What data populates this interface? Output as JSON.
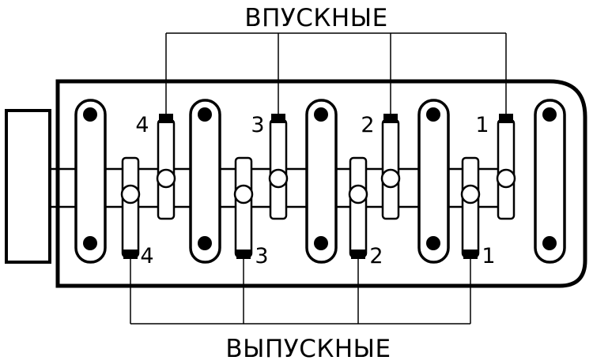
{
  "labels": {
    "intake": "ВПУСКНЫЕ",
    "exhaust": "ВЫПУСКНЫЕ"
  },
  "intake_numbers": [
    "4",
    "3",
    "2",
    "1"
  ],
  "exhaust_numbers": [
    "4",
    "3",
    "2",
    "1"
  ],
  "colors": {
    "stroke": "#000000",
    "background": "#ffffff"
  }
}
